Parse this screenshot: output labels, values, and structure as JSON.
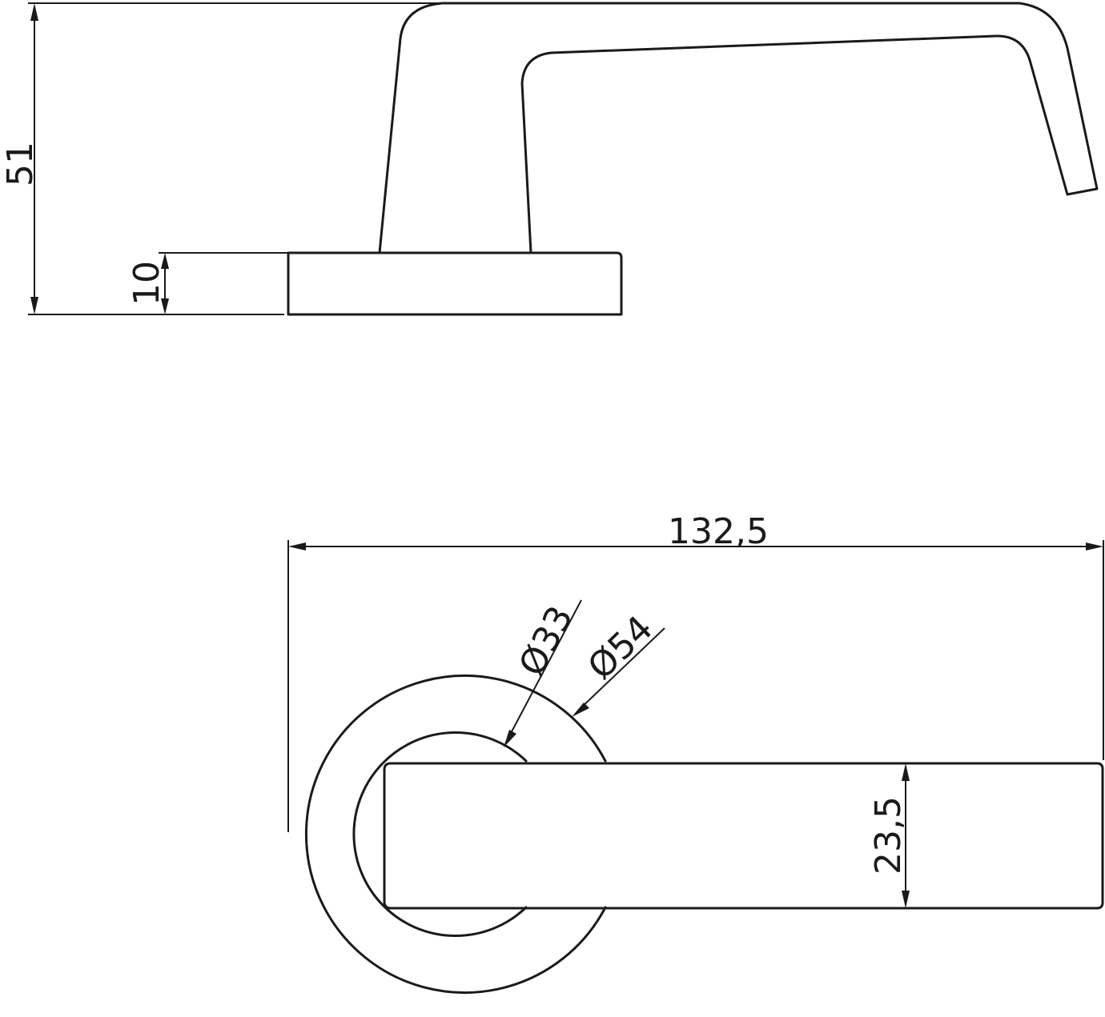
{
  "drawing": {
    "dimensions": {
      "total_height": "51",
      "rose_thickness": "10",
      "total_length": "132,5",
      "inner_diameter": "Ø33",
      "outer_diameter": "Ø54",
      "lever_width": "23,5"
    },
    "colors": {
      "line": "#1a1a1a",
      "background": "#ffffff"
    }
  }
}
